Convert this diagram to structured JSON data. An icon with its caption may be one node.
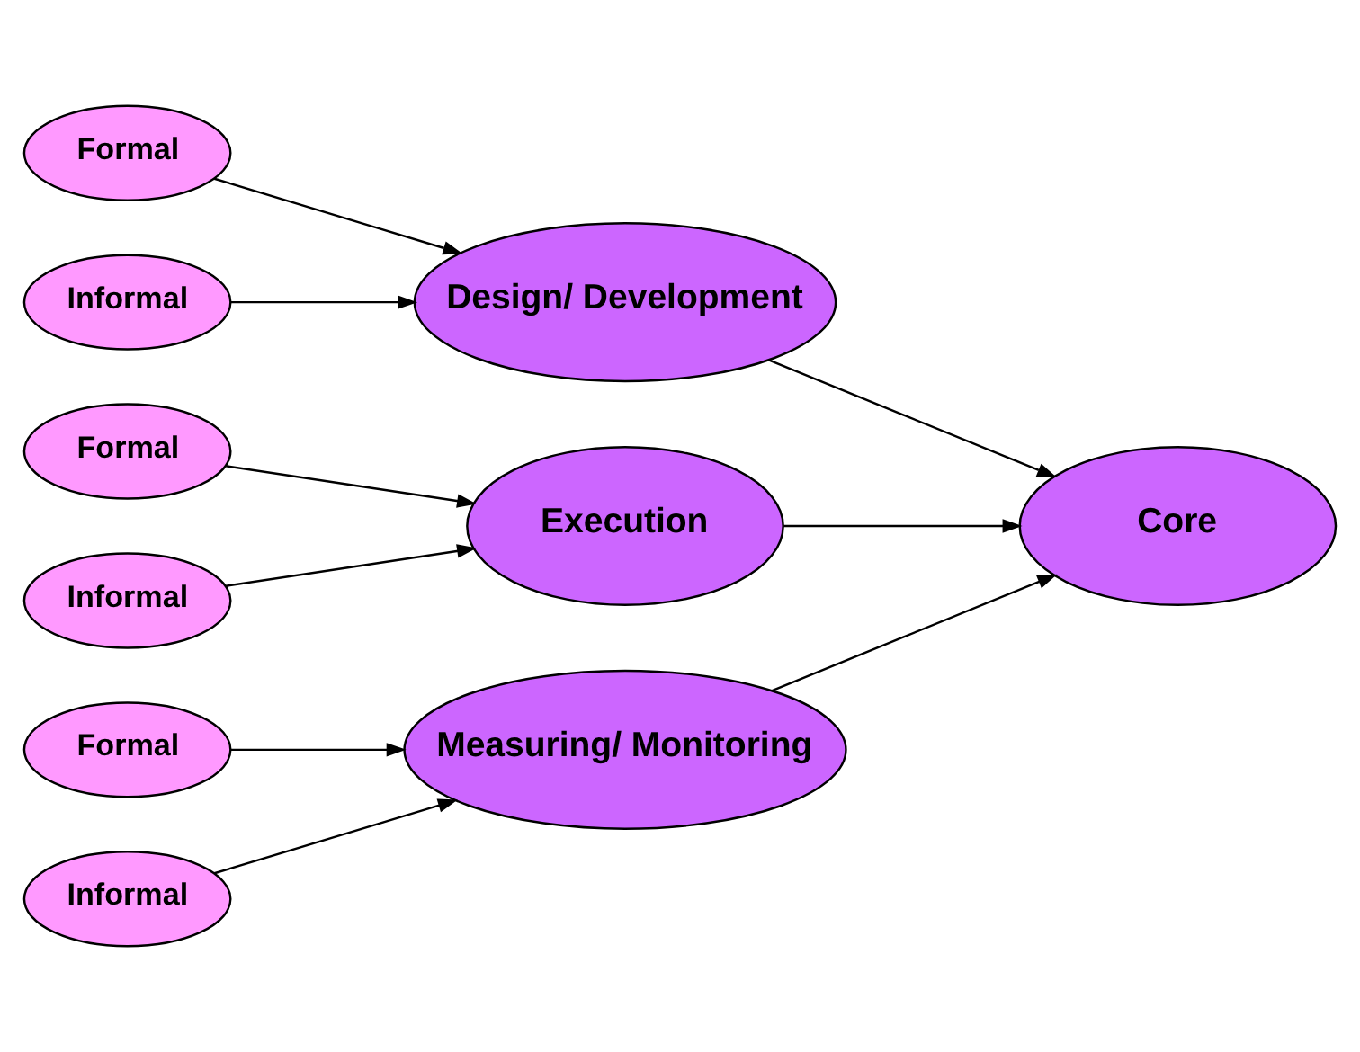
{
  "diagram": {
    "nodes": [
      {
        "text": [
          "Formal"
        ]
      },
      {
        "text": [
          "Informal"
        ]
      },
      {
        "text": [
          "Design/ Development"
        ]
      },
      {
        "text": [
          "Formal"
        ]
      },
      {
        "text": [
          "Execution"
        ]
      },
      {
        "text": [
          "Informal"
        ]
      },
      {
        "text": [
          "Formal"
        ]
      },
      {
        "text": [
          "Measuring/ Monitoring"
        ]
      },
      {
        "text": [
          "Informal"
        ]
      },
      {
        "text": [
          "Core"
        ]
      }
    ],
    "edges": [
      {
        "from": 0,
        "to": 2,
        "arrow": "to"
      },
      {
        "from": 1,
        "to": 2,
        "arrow": "to"
      },
      {
        "from": 3,
        "to": 4,
        "arrow": "to"
      },
      {
        "from": 5,
        "to": 4,
        "arrow": "to"
      },
      {
        "from": 6,
        "to": 7,
        "arrow": "to"
      },
      {
        "from": 8,
        "to": 7,
        "arrow": "to"
      },
      {
        "from": 2,
        "to": 9,
        "arrow": "to"
      },
      {
        "from": 4,
        "to": 9,
        "arrow": "to"
      },
      {
        "from": 7,
        "to": 9,
        "arrow": "to"
      }
    ]
  }
}
